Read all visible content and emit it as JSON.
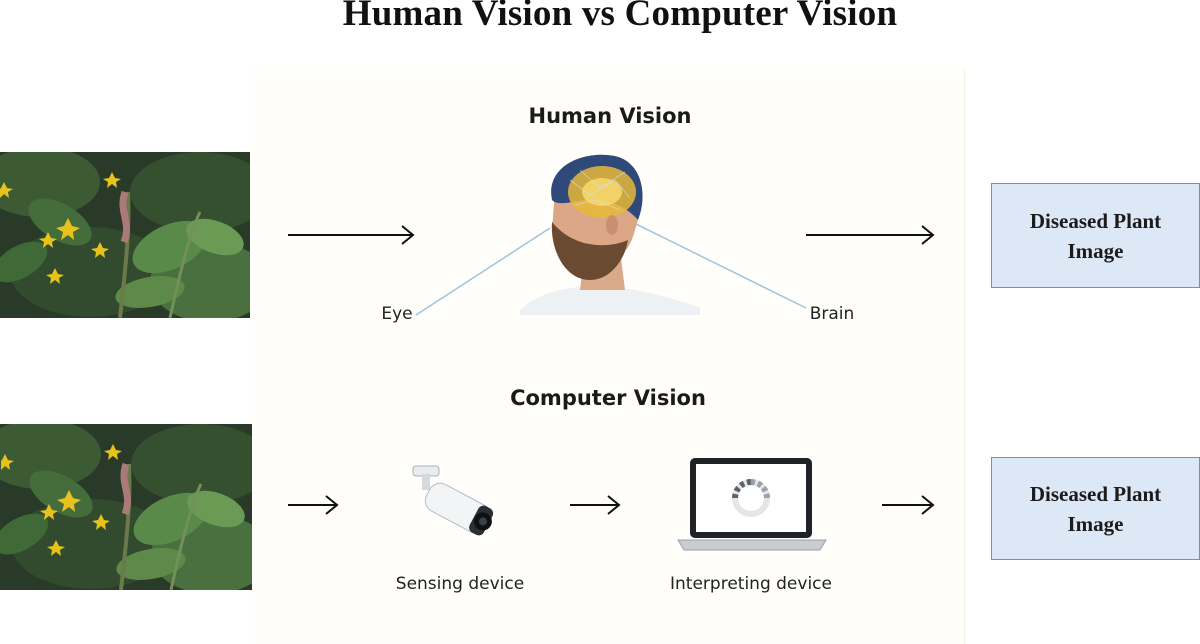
{
  "title": "Human Vision vs Computer Vision",
  "human_vision": {
    "heading": "Human Vision",
    "eye_label": "Eye",
    "brain_label": "Brain",
    "output_label": "Diseased Plant Image"
  },
  "computer_vision": {
    "heading": "Computer Vision",
    "sensing_label": "Sensing device",
    "interpreting_label": "Interpreting device",
    "output_label": "Diseased Plant Image"
  },
  "colors": {
    "output_fill": "#dde8f7",
    "output_border": "#6f8fc6",
    "leaf_green": "#3f6b35",
    "flower_yellow": "#e6c21c",
    "pointer_line": "#9fc4dc"
  }
}
